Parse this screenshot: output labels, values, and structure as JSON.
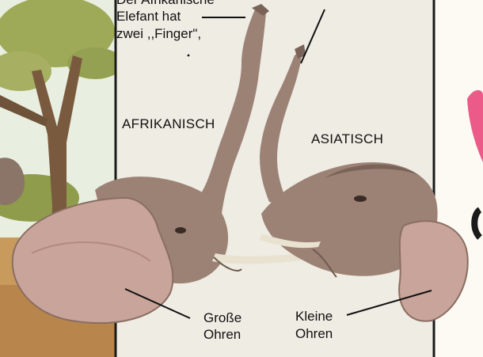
{
  "annotations": {
    "finger_line1": "Der Afrikanische",
    "finger_line2": "Elefant hat",
    "finger_line3": "zwei ,,Finger\",",
    "afrikanisch": "AFRIKANISCH",
    "asiatisch": "ASIATISCH",
    "grosse_line1": "Große",
    "grosse_line2": "Ohren",
    "kleine_line1": "Kleine",
    "kleine_line2": "Ohren"
  },
  "colors": {
    "panel_background": "#efece3",
    "panel_border": "#1a1a1a",
    "sky": "#e9efe0",
    "foliage": "#9eaa58",
    "savanna": "#c89a5c",
    "tree_trunk": "#7a5a3e",
    "elephant_skin": "#9c8275",
    "elephant_shadow": "#7a6358",
    "ear_pink": "#c9a49a",
    "tusk": "#e9e2d0",
    "right_page": "#fdfaf4",
    "pink_accent": "#ec5a8a"
  }
}
